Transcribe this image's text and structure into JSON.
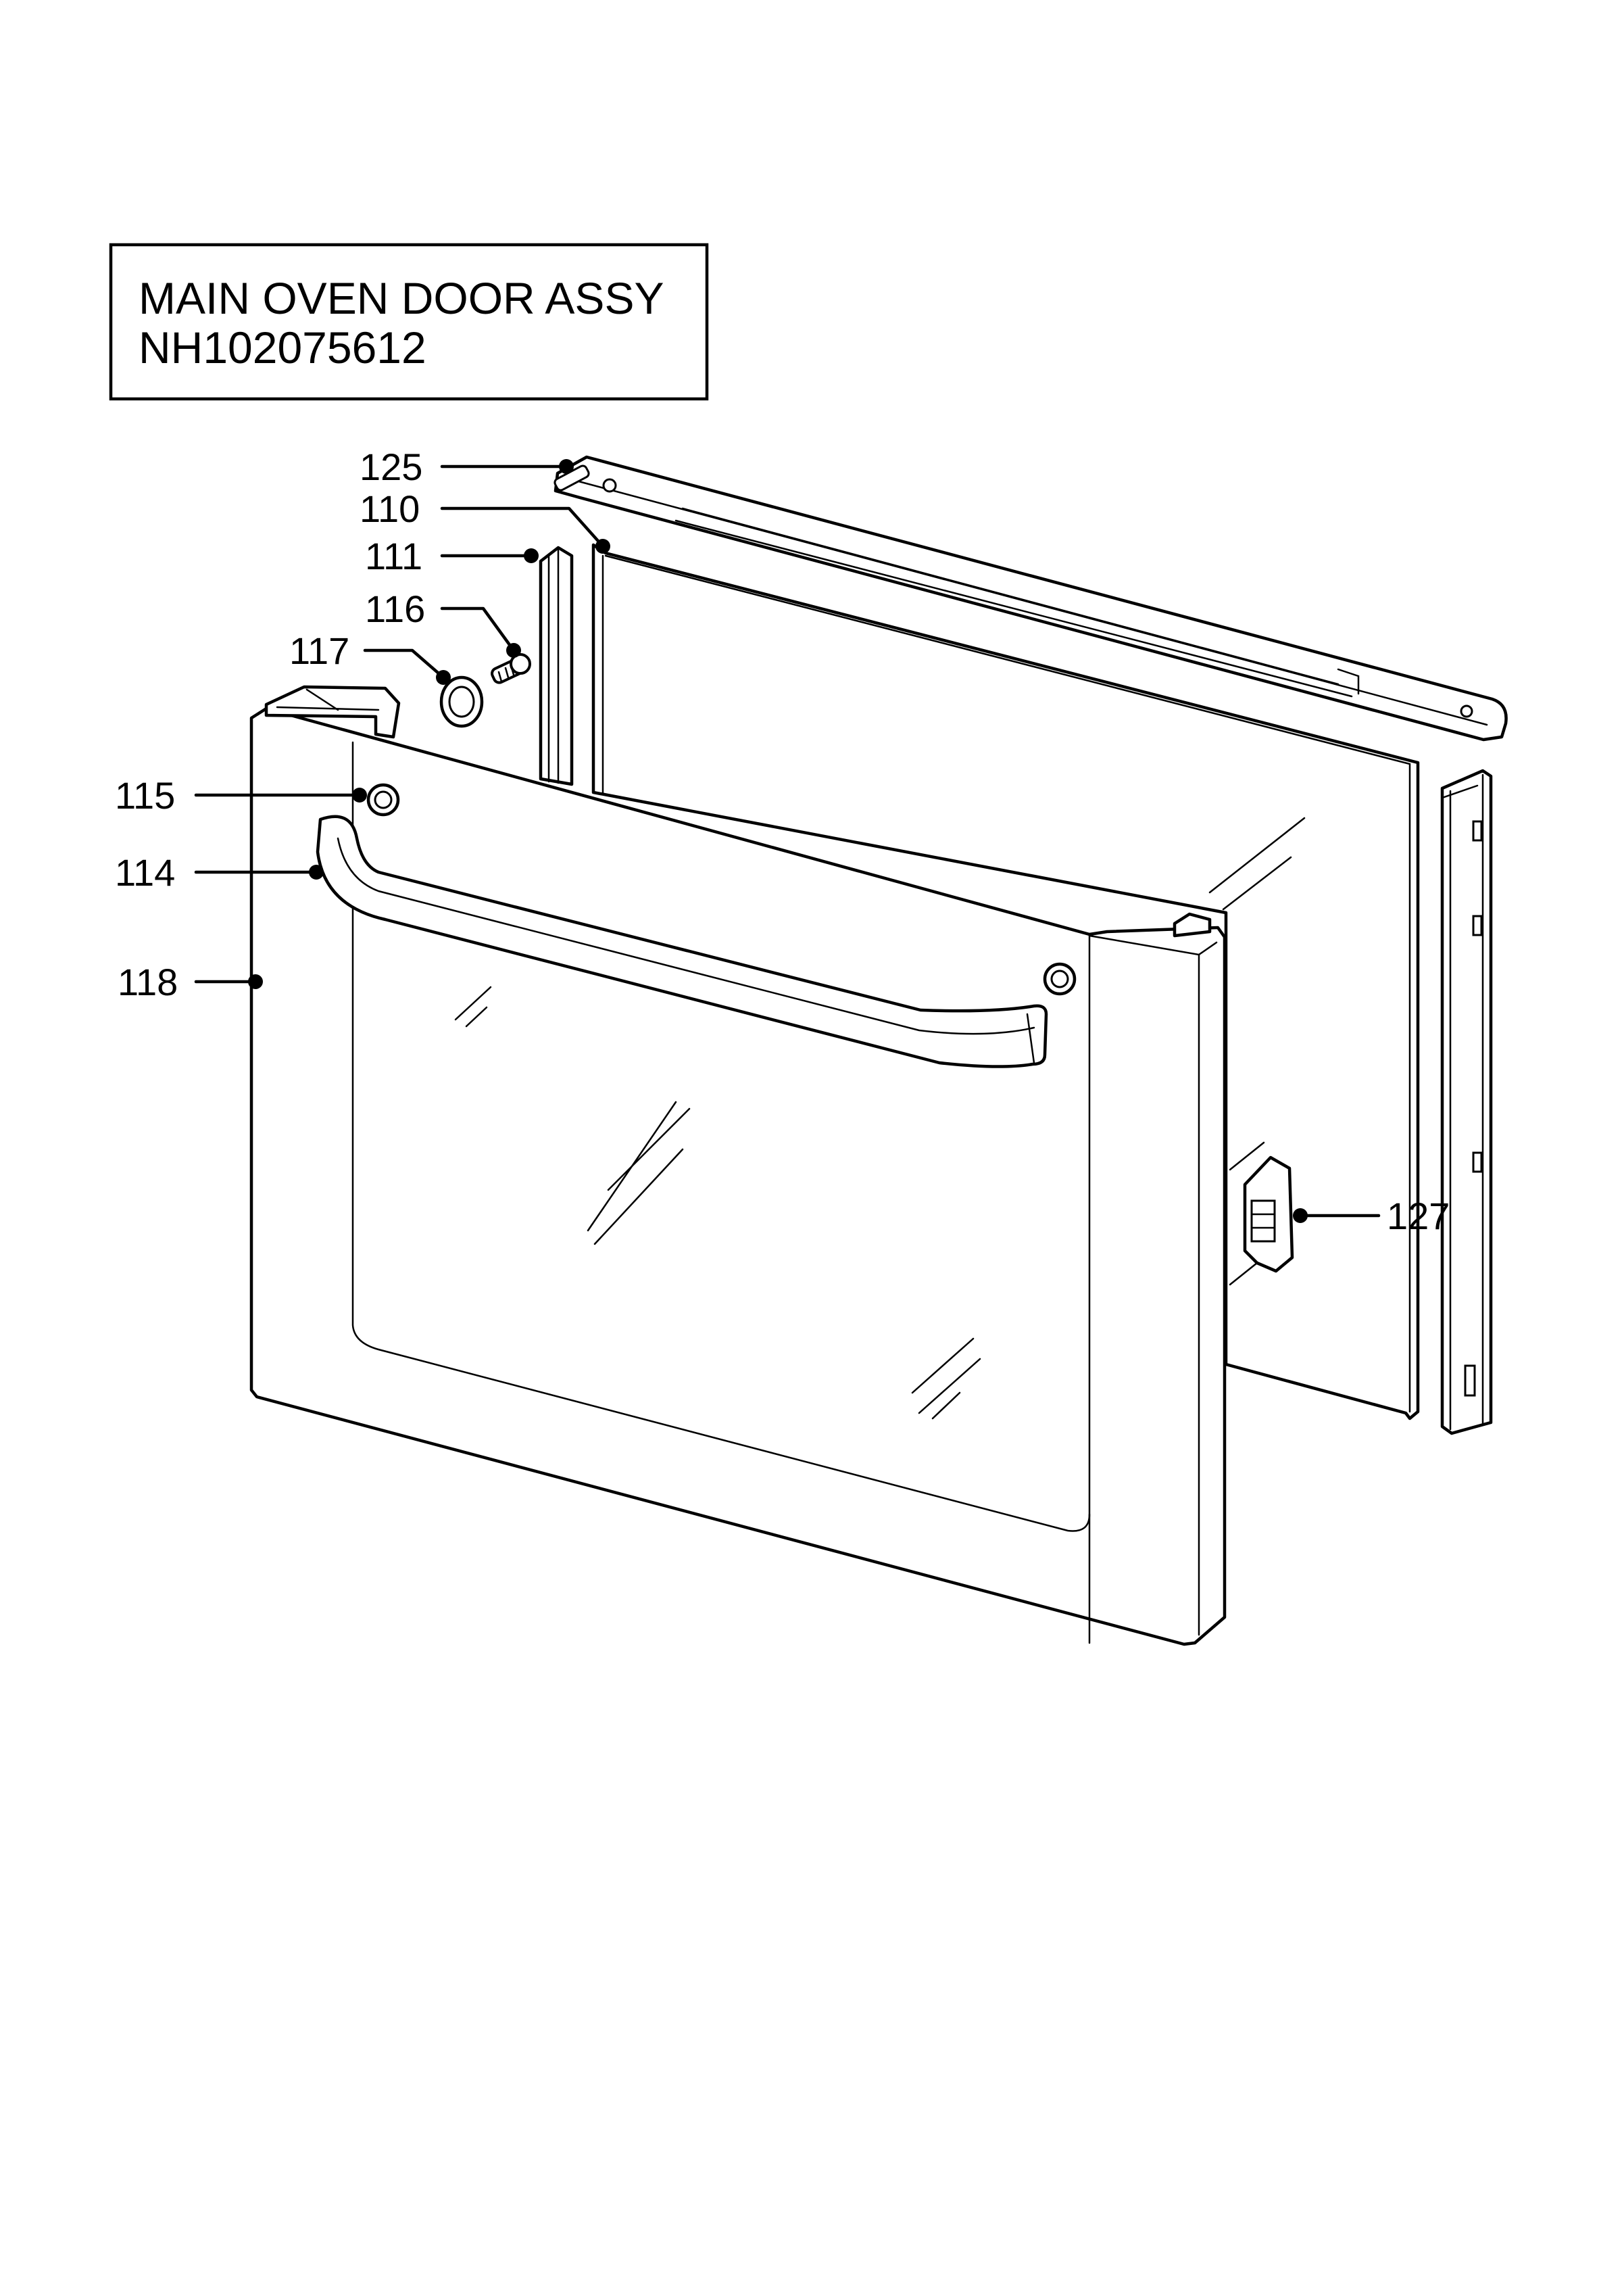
{
  "title": {
    "line1": "MAIN OVEN DOOR ASSY",
    "line2": "NH102075612"
  },
  "callouts": {
    "c125": "125",
    "c110": "110",
    "c111": "111",
    "c116": "116",
    "c117": "117",
    "c115": "115",
    "c114": "114",
    "c118": "118",
    "c127": "127"
  },
  "colors": {
    "line": "#000000",
    "background": "#ffffff"
  }
}
